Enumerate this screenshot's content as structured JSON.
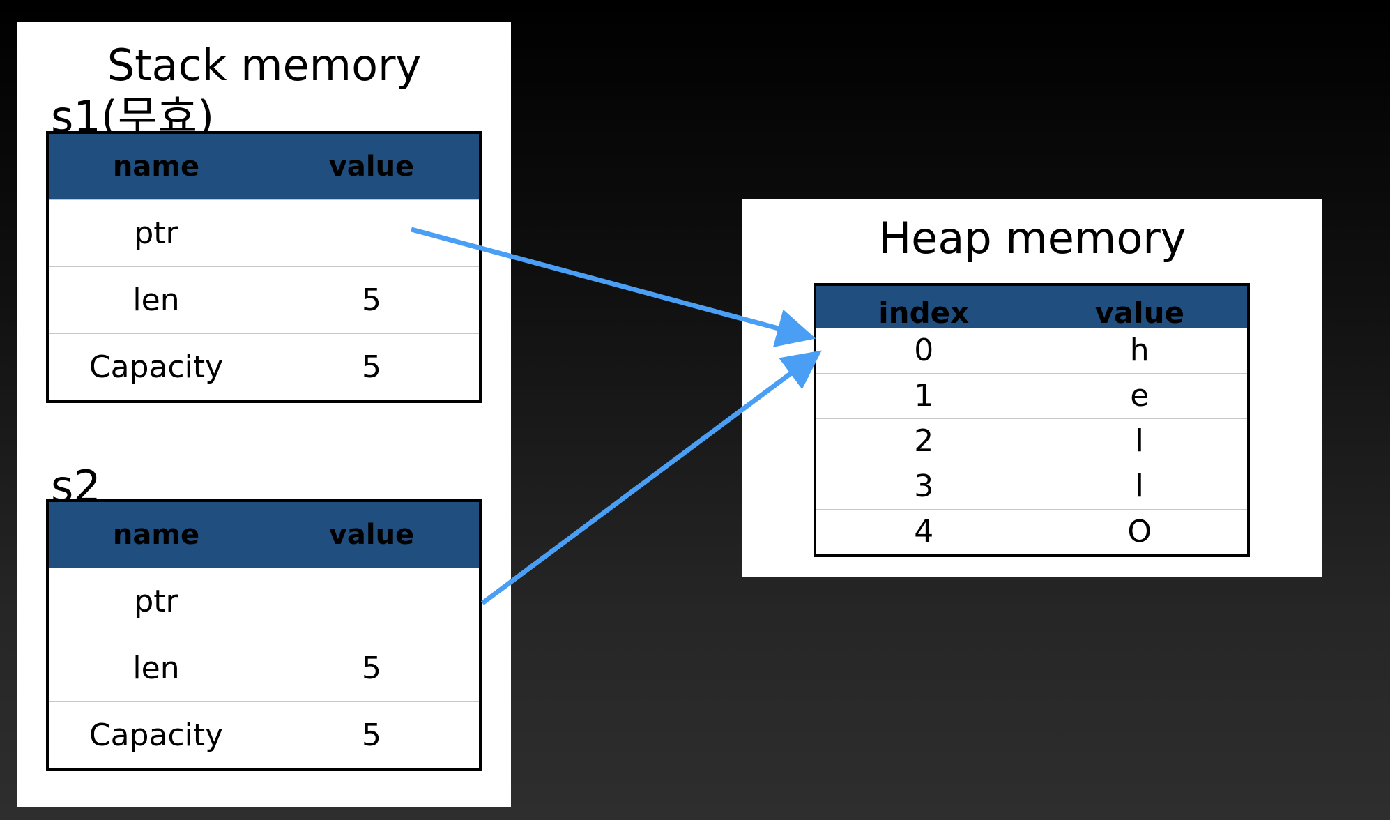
{
  "stack": {
    "title": "Stack memory",
    "s1": {
      "label": "s1(무효)",
      "headers": [
        "name",
        "value"
      ],
      "rows": [
        {
          "name": "ptr",
          "value": ""
        },
        {
          "name": "len",
          "value": "5"
        },
        {
          "name": "Capacity",
          "value": "5"
        }
      ]
    },
    "s2": {
      "label": "s2",
      "headers": [
        "name",
        "value"
      ],
      "rows": [
        {
          "name": "ptr",
          "value": ""
        },
        {
          "name": "len",
          "value": "5"
        },
        {
          "name": "Capacity",
          "value": "5"
        }
      ]
    }
  },
  "heap": {
    "title": "Heap memory",
    "headers": [
      "index",
      "value"
    ],
    "rows": [
      {
        "index": "0",
        "value": "h"
      },
      {
        "index": "1",
        "value": "e"
      },
      {
        "index": "2",
        "value": "l"
      },
      {
        "index": "3",
        "value": "l"
      },
      {
        "index": "4",
        "value": "O"
      }
    ]
  },
  "colors": {
    "background_top": "#000000",
    "background_bottom": "#2e2e2e",
    "panel": "#ffffff",
    "table_header": "#1f4e7f",
    "arrow": "#4a9ff5"
  }
}
